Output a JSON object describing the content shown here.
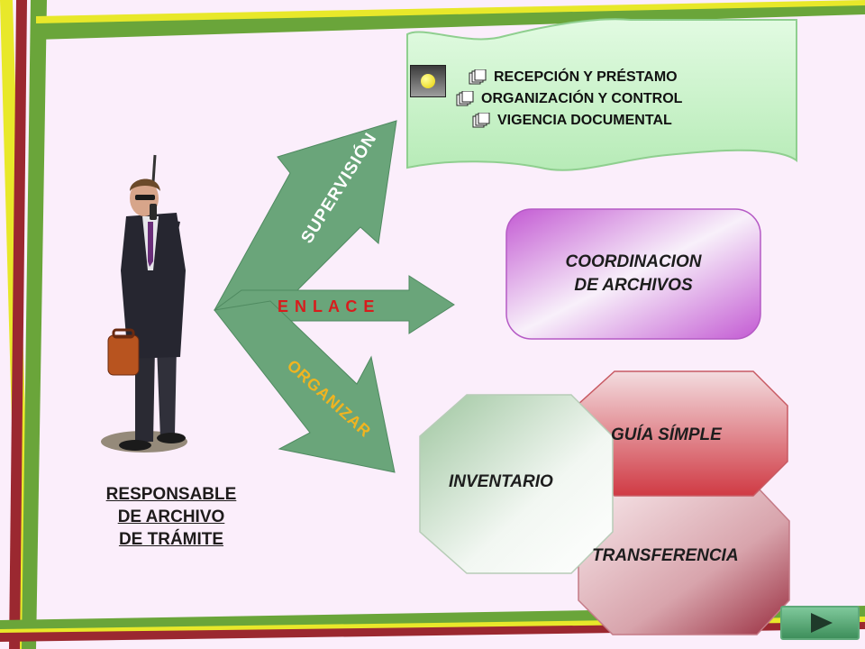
{
  "scroll_panel": {
    "items": [
      "RECEPCIÓN Y PRÉSTAMO",
      "ORGANIZACIÓN Y CONTROL",
      "VIGENCIA DOCUMENTAL"
    ],
    "bullet_icon": "stacked-pages-icon",
    "header_icon": "yellow-ball-frame-icon"
  },
  "arrows": {
    "top_label": "SUPERVISIÓN",
    "middle_label": "E N L A C E",
    "bottom_label": "ORGANIZAR"
  },
  "coordination": {
    "line1": "COORDINACION",
    "line2": "DE ARCHIVOS"
  },
  "octagons": {
    "guide": "GUÍA SÍMPLE",
    "inventory": "INVENTARIO",
    "transfer": "TRANSFERENCIA"
  },
  "responsible": {
    "line1": "RESPONSABLE",
    "line2": "DE ARCHIVO",
    "line3": "DE TRÁMITE"
  },
  "next_button_icon": "play-right-icon",
  "colors": {
    "arrow_green": "#6aa57a",
    "enlace_red": "#d81c1c",
    "organizar_orange": "#f0b420",
    "scroll_green": "#c8f0c8",
    "coord_purple": "#c86ad8",
    "guide_red": "#d84a52",
    "transfer_maroon": "#a43a4a"
  }
}
